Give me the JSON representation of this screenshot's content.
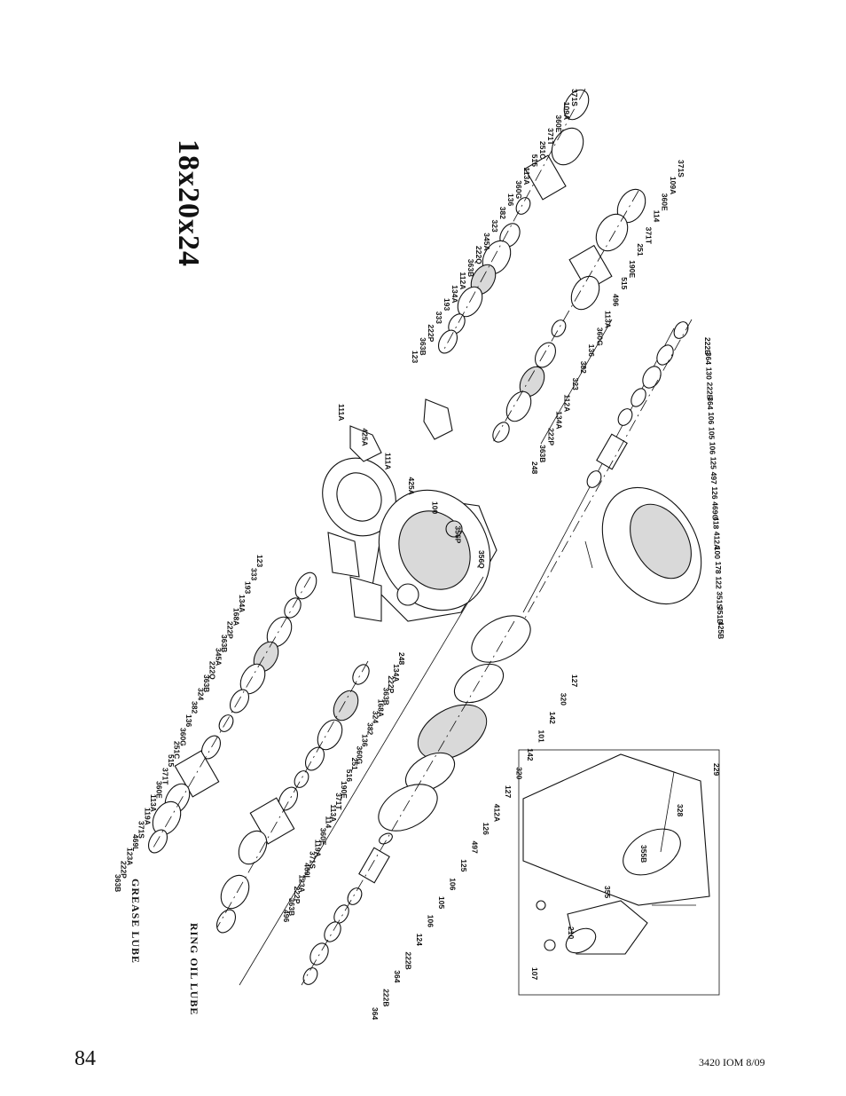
{
  "title": "18x20x24",
  "grease_lube_label": "GREASE LUBE",
  "ring_oil_lube_label": "RING OIL LUBE",
  "page_number": "84",
  "doc_ref": "3420 IOM  8/09",
  "callouts": {
    "upper_left": [
      "371S",
      "109A",
      "360E",
      "371T",
      "251C",
      "515",
      "113A",
      "360G",
      "136",
      "382",
      "323",
      "345A",
      "222Q",
      "363B",
      "112A",
      "134A",
      "193",
      "333",
      "222P",
      "363B",
      "123"
    ],
    "upper_right": [
      "371S",
      "109A",
      "360E",
      "114",
      "371T",
      "251",
      "190E",
      "515",
      "496",
      "113A",
      "360G",
      "136",
      "382",
      "323",
      "112A",
      "134A",
      "222P",
      "363B",
      "248"
    ],
    "center_upper": [
      "111A",
      "425A",
      "111A",
      "425A",
      "100",
      "356P",
      "356Q"
    ],
    "right_shaft": [
      "222B",
      "364",
      "130",
      "222B",
      "364",
      "106",
      "105",
      "106",
      "125",
      "497",
      "126",
      "469G",
      "418",
      "412A",
      "100",
      "178",
      "122",
      "351S",
      "351D",
      "425B"
    ],
    "center_lower": [
      "127",
      "320",
      "142",
      "101",
      "142",
      "320",
      "127",
      "412A",
      "126",
      "497",
      "125",
      "106",
      "105",
      "106",
      "124",
      "222B",
      "364",
      "222B",
      "364"
    ],
    "lower_left": [
      "123",
      "333",
      "193",
      "134A",
      "168A",
      "222P",
      "363B",
      "345A",
      "222Q",
      "363B",
      "324",
      "382",
      "136",
      "360G",
      "251C",
      "515",
      "371T",
      "360E",
      "113A",
      "119A",
      "371S",
      "469L",
      "123A",
      "222P",
      "363B"
    ],
    "lower_middle": [
      "248",
      "134A",
      "222P",
      "363B",
      "168A",
      "324",
      "382",
      "136",
      "360G",
      "251",
      "516",
      "190E",
      "371T",
      "113A",
      "114",
      "360E",
      "119A",
      "371S",
      "469L",
      "123A",
      "222P",
      "363B",
      "496"
    ],
    "inset": [
      "229",
      "328",
      "355B",
      "355",
      "210",
      "107"
    ]
  }
}
